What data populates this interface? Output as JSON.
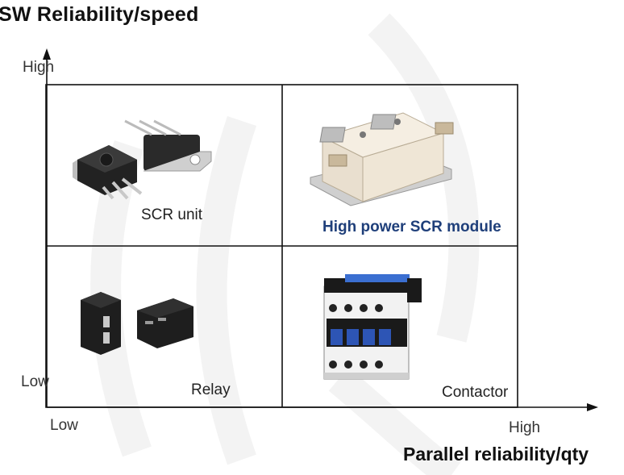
{
  "titles": {
    "y_axis": "SW Reliability/speed",
    "x_axis": "Parallel reliability/qty"
  },
  "axis_labels": {
    "y_high": "High",
    "y_low": "Low",
    "x_low": "Low",
    "x_high": "High"
  },
  "quadrants": {
    "top_left": "SCR unit",
    "top_right": "High power SCR module",
    "bottom_left": "Relay",
    "bottom_right": "Contactor"
  },
  "colors": {
    "axis": "#111111",
    "grid": "#111111",
    "highlight_label": "#1f3f7a",
    "watermark": "#f2f2f2"
  }
}
